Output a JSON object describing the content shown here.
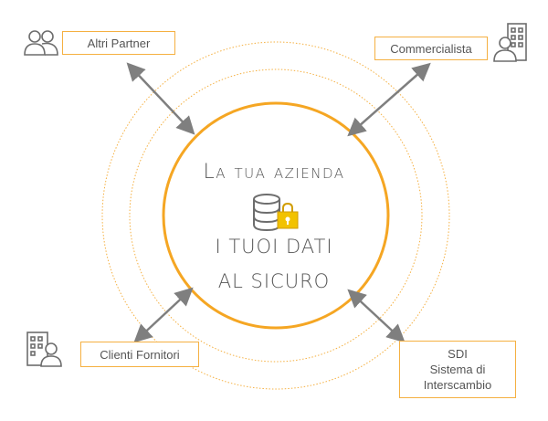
{
  "center": {
    "title": "La tua azienda",
    "line1": "I TUOI DATI",
    "line2": "AL SICURO",
    "icon": "database-lock-icon"
  },
  "nodes": {
    "altri_partner": {
      "label": "Altri Partner",
      "icon": "people-icon"
    },
    "commercialista": {
      "label": "Commercialista",
      "icon": "person-building-icon"
    },
    "clienti_fornitori": {
      "label": "Clienti Fornitori",
      "icon": "building-person-icon"
    },
    "sdi": {
      "line1": "SDI",
      "line2": "Sistema di",
      "line3": "Interscambio"
    }
  },
  "colors": {
    "accent": "#f5a623",
    "arrow": "#7f7f7f",
    "icon": "#6d6d6d",
    "lock": "#f2c200"
  }
}
